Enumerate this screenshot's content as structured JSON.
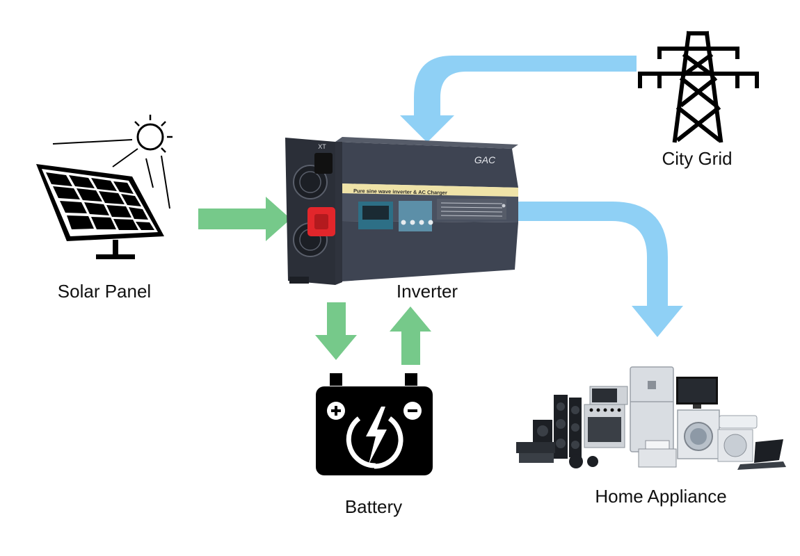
{
  "diagram": {
    "labels": {
      "solar_panel": "Solar Panel",
      "inverter": "Inverter",
      "city_grid": "City Grid",
      "battery": "Battery",
      "home_appliance": "Home Appliance"
    },
    "inverter_face": {
      "brand": "GAC",
      "strip_text": "Pure sine wave inverter & AC Charger",
      "side_code": "XT"
    },
    "colors": {
      "green_arrow": "#76c98a",
      "blue_arrow": "#8fd0f5",
      "inverter_body": "#3e4452",
      "inverter_strip": "#efe3a8",
      "terminal_red": "#e2262b",
      "icon_black": "#000000"
    }
  }
}
